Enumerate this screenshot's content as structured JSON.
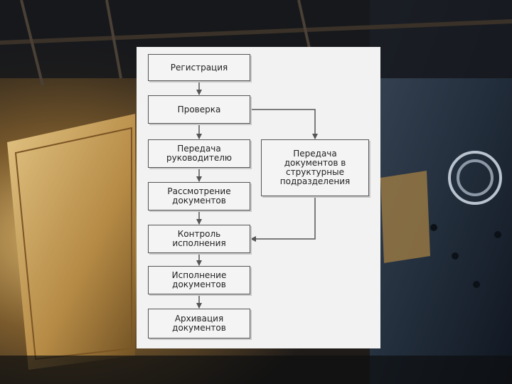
{
  "flowchart": {
    "nodes": [
      {
        "id": "registration",
        "label": "Регистрация"
      },
      {
        "id": "check",
        "label": "Проверка"
      },
      {
        "id": "to-head",
        "label": "Передача\nруководителю"
      },
      {
        "id": "review",
        "label": "Рассмотрение\nдокументов"
      },
      {
        "id": "control",
        "label": "Контроль\nисполнения"
      },
      {
        "id": "execution",
        "label": "Исполнение\nдокументов"
      },
      {
        "id": "archive",
        "label": "Архивация\nдокументов"
      },
      {
        "id": "to-departments",
        "label": "Передача\nдокументов в\nструктурные\nподразделения"
      }
    ],
    "edges": [
      {
        "from": "registration",
        "to": "check"
      },
      {
        "from": "check",
        "to": "to-head"
      },
      {
        "from": "check",
        "to": "to-departments"
      },
      {
        "from": "to-head",
        "to": "review"
      },
      {
        "from": "review",
        "to": "control"
      },
      {
        "from": "to-departments",
        "to": "control"
      },
      {
        "from": "control",
        "to": "execution"
      },
      {
        "from": "execution",
        "to": "archive"
      }
    ]
  },
  "colors": {
    "panel": "#f2f2f2",
    "box_border": "#555555",
    "arrow": "#555555",
    "background_dark": "#1a1c22",
    "book_page": "#c9a260"
  }
}
